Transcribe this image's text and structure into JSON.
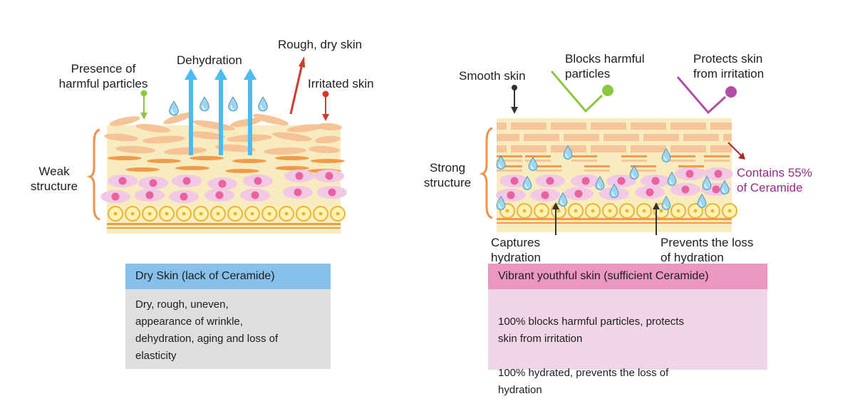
{
  "dry": {
    "labels": {
      "particles": "Presence of\nharmful particles",
      "dehydration": "Dehydration",
      "rough": "Rough, dry skin",
      "irritated": "Irritated skin",
      "structure": "Weak\nstructure"
    },
    "box": {
      "title": "Dry Skin (lack of Ceramide)",
      "body": "Dry, rough, uneven,\nappearance of wrinkle,\ndehydration, aging and loss of\nelasticity"
    }
  },
  "healthy": {
    "labels": {
      "smooth": "Smooth skin",
      "blocks": "Blocks harmful\nparticles",
      "protects": "Protects skin\nfrom irritation",
      "structure": "Strong\nstructure",
      "ceramide": "Contains 55%\nof Ceramide",
      "captures": "Captures\nhydration",
      "prevents": "Prevents the loss\nof hydration"
    },
    "box": {
      "title": "Vibrant youthful skin (sufficient Ceramide)",
      "body_1": "100% blocks harmful particles, protects\nskin from irritation",
      "body_2": "100% hydrated, prevents the loss of\nhydration"
    }
  },
  "colors": {
    "skin_base": "#f9ebc0",
    "cell_tan": "#f6c397",
    "brick": "#f4c49a",
    "pink_cell": "#f1c8e6",
    "nucleus": "#e8639e",
    "yellow_cell": "#fff1b6",
    "ring": "#e8b530",
    "arrow_blue": "#4dbbf0",
    "arrow_red": "#d23b2b",
    "arrow_green": "#8ec63f",
    "arrow_purple": "#b24ea4",
    "brace": "#f0914b",
    "dry_head": "#87c0ea",
    "dry_body": "#dedede",
    "healthy_head": "#ec97c1",
    "healthy_body": "#f0d4e7"
  }
}
